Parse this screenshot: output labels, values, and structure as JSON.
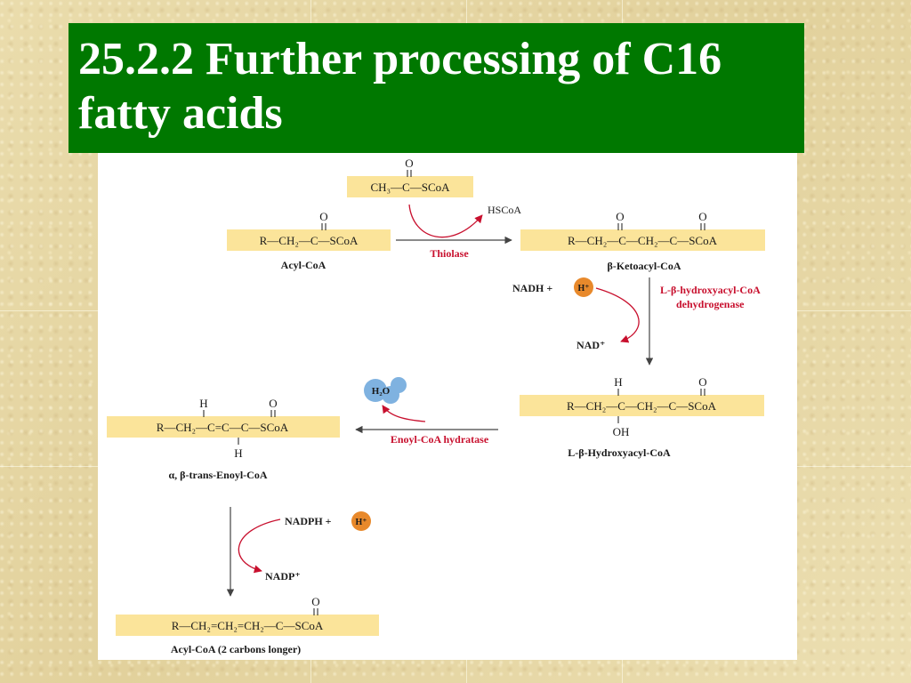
{
  "slide": {
    "title": "25.2.2 Further processing of C16 fatty acids"
  },
  "diagram": {
    "acetyl_coa": {
      "formula": "CH₃—C—SCoA",
      "oxygen": "O"
    },
    "acyl_coa": {
      "formula": "R—CH₂—C—SCoA",
      "oxygen": "O",
      "name": "Acyl-CoA"
    },
    "ketoacyl_coa": {
      "formula": "R—CH₂—C—CH₂—C—SCoA",
      "oxygen1": "O",
      "oxygen2": "O",
      "name": "β-Ketoacyl-CoA"
    },
    "hydroxyacyl_coa": {
      "formula": "R—CH₂—C—CH₂—C—SCoA",
      "top": "H",
      "bottom": "OH",
      "oxygen": "O",
      "name": "L-β-Hydroxyacyl-CoA"
    },
    "enoyl_coa": {
      "formula": "R—CH₂—C=C—C—SCoA",
      "top": "H",
      "bottom": "H",
      "oxygen": "O",
      "name": "α, β-trans-Enoyl-CoA"
    },
    "product": {
      "formula": "R—CH₂=CH₂=CH₂—C—SCoA",
      "oxygen": "O",
      "name": "Acyl-CoA (2 carbons longer)"
    },
    "step1": {
      "enzyme": "Thiolase",
      "released": "HSCoA"
    },
    "step2": {
      "enzyme_line1": "L-β-hydroxyacyl-CoA",
      "enzyme_line2": "dehydrogenase",
      "cofactor_in": "NADH +",
      "proton": "H⁺",
      "cofactor_out": "NAD⁺"
    },
    "step3": {
      "enzyme": "Enoyl-CoA hydratase",
      "released": "H₂O"
    },
    "step4": {
      "cofactor_in": "NADPH +",
      "proton": "H⁺",
      "cofactor_out": "NADP⁺"
    },
    "colors": {
      "highlight": "#fbe49a",
      "enzyme": "#c8102e",
      "proton": "#e8892b",
      "water": "#7fb2e0",
      "title_bg": "#007800"
    }
  }
}
